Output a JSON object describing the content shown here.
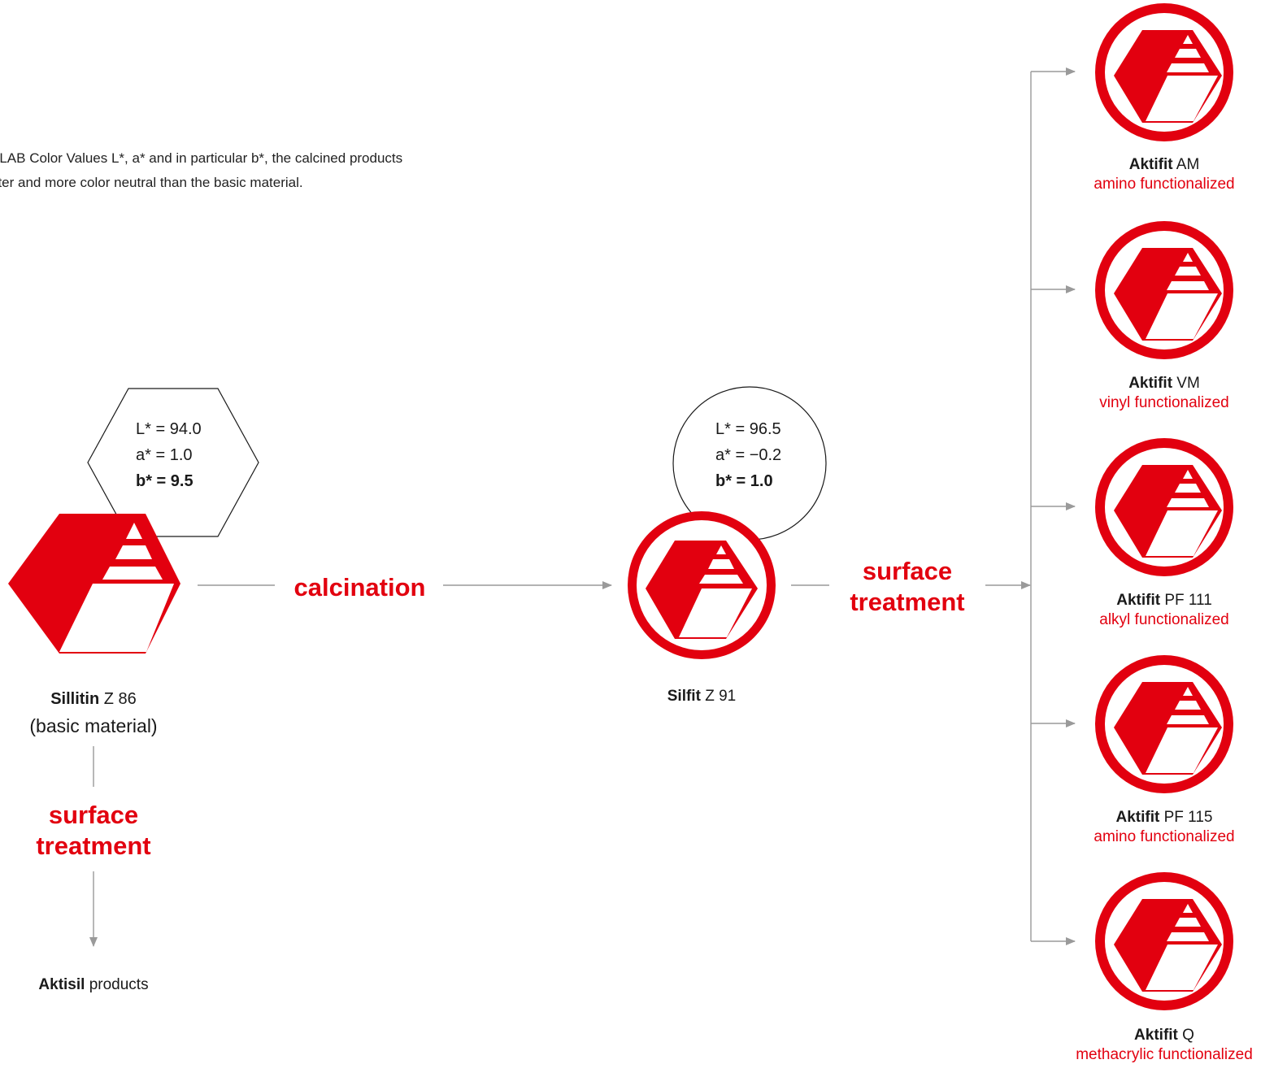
{
  "intro": {
    "line1": "ELAB Color Values L*, a* and in particular b*, the calcined products",
    "line2": "nter and more color neutral than the basic material."
  },
  "basic": {
    "name_bold": "Sillitin",
    "name_rest": " Z 86",
    "sub": "(basic material)",
    "values": {
      "L": "L* = 94.0",
      "a": "a* = 1.0",
      "b": "b* = 9.5"
    }
  },
  "calcined": {
    "name_bold": "Silfit",
    "name_rest": " Z 91",
    "values": {
      "L": "L* = 96.5",
      "a": "a* = −0.2",
      "b": "b* = 1.0"
    }
  },
  "processes": {
    "calcination": "calcination",
    "surface_line1": "surface",
    "surface_line2": "treatment"
  },
  "aktisil": {
    "name_bold": "Aktisil",
    "name_rest": " products"
  },
  "products": [
    {
      "name_bold": "Aktifit",
      "name_rest": " AM",
      "desc": "amino functionalized"
    },
    {
      "name_bold": "Aktifit",
      "name_rest": " VM",
      "desc": "vinyl functionalized"
    },
    {
      "name_bold": "Aktifit",
      "name_rest": " PF 111",
      "desc": "alkyl functionalized"
    },
    {
      "name_bold": "Aktifit",
      "name_rest": " PF 115",
      "desc": "amino functionalized"
    },
    {
      "name_bold": "Aktifit",
      "name_rest": " Q",
      "desc": "methacrylic functionalized"
    }
  ],
  "colors": {
    "brand_red": "#e2000f",
    "line_gray": "#9a9a9a",
    "text": "#1a1a1a"
  },
  "icons": [
    "hexagon-logo-icon",
    "circle-logo-icon",
    "arrow-right-icon",
    "arrow-down-icon"
  ]
}
